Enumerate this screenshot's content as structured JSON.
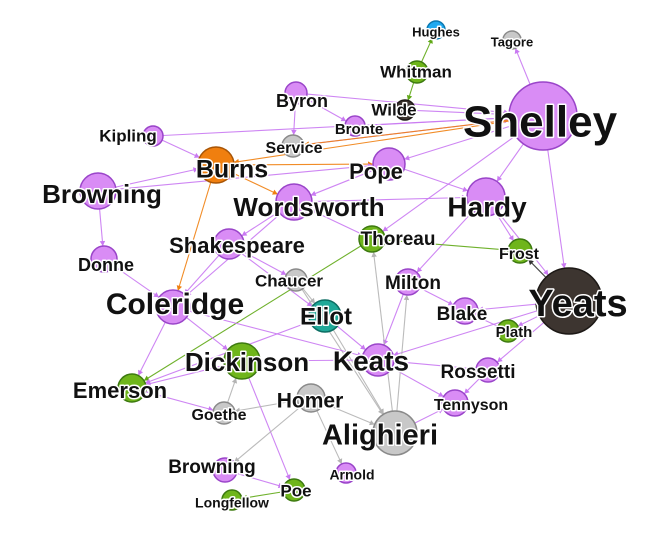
{
  "colors": {
    "purple": "#d98cf5",
    "green": "#6fb51b",
    "gray": "#c8c8c8",
    "orange": "#f07f0f",
    "teal": "#1fa898",
    "blue": "#1fa9f0",
    "dark": "#3d3530",
    "edge_purple": "#c979f2",
    "edge_green": "#5fa815",
    "edge_orange": "#f07f0f",
    "edge_gray": "#b4b4b4",
    "edge_dark": "#333333"
  },
  "nodes": [
    {
      "id": "Hughes",
      "label": "Hughes",
      "color": "blue"
    },
    {
      "id": "Tagore",
      "label": "Tagore",
      "color": "gray"
    },
    {
      "id": "Whitman",
      "label": "Whitman",
      "color": "green"
    },
    {
      "id": "Byron",
      "label": "Byron",
      "color": "purple"
    },
    {
      "id": "Wilde",
      "label": "Wilde",
      "color": "dark"
    },
    {
      "id": "Bronte",
      "label": "Bronte",
      "color": "purple"
    },
    {
      "id": "Shelley",
      "label": "Shelley",
      "color": "purple"
    },
    {
      "id": "Kipling",
      "label": "Kipling",
      "color": "purple"
    },
    {
      "id": "Service",
      "label": "Service",
      "color": "gray"
    },
    {
      "id": "Burns",
      "label": "Burns",
      "color": "orange"
    },
    {
      "id": "Pope",
      "label": "Pope",
      "color": "purple"
    },
    {
      "id": "Browning1",
      "label": "Browning",
      "color": "purple"
    },
    {
      "id": "Wordsworth",
      "label": "Wordsworth",
      "color": "purple"
    },
    {
      "id": "Hardy",
      "label": "Hardy",
      "color": "purple"
    },
    {
      "id": "Shakespeare",
      "label": "Shakespeare",
      "color": "purple"
    },
    {
      "id": "Thoreau",
      "label": "Thoreau",
      "color": "green"
    },
    {
      "id": "Frost",
      "label": "Frost",
      "color": "green"
    },
    {
      "id": "Donne",
      "label": "Donne",
      "color": "purple"
    },
    {
      "id": "Chaucer",
      "label": "Chaucer",
      "color": "gray"
    },
    {
      "id": "Milton",
      "label": "Milton",
      "color": "purple"
    },
    {
      "id": "Coleridge",
      "label": "Coleridge",
      "color": "purple"
    },
    {
      "id": "Eliot",
      "label": "Eliot",
      "color": "teal"
    },
    {
      "id": "Blake",
      "label": "Blake",
      "color": "purple"
    },
    {
      "id": "Yeats",
      "label": "Yeats",
      "color": "dark"
    },
    {
      "id": "Plath",
      "label": "Plath",
      "color": "green"
    },
    {
      "id": "Dickinson",
      "label": "Dickinson",
      "color": "green"
    },
    {
      "id": "Keats",
      "label": "Keats",
      "color": "purple"
    },
    {
      "id": "Rossetti",
      "label": "Rossetti",
      "color": "purple"
    },
    {
      "id": "Emerson",
      "label": "Emerson",
      "color": "green"
    },
    {
      "id": "Homer",
      "label": "Homer",
      "color": "gray"
    },
    {
      "id": "Tennyson",
      "label": "Tennyson",
      "color": "purple"
    },
    {
      "id": "Goethe",
      "label": "Goethe",
      "color": "gray"
    },
    {
      "id": "Alighieri",
      "label": "Alighieri",
      "color": "gray"
    },
    {
      "id": "Browning2",
      "label": "Browning",
      "color": "purple"
    },
    {
      "id": "Arnold",
      "label": "Arnold",
      "color": "purple"
    },
    {
      "id": "Poe",
      "label": "Poe",
      "color": "green"
    },
    {
      "id": "Longfellow",
      "label": "Longfellow",
      "color": "green"
    }
  ],
  "edges": [
    {
      "source": "Whitman",
      "target": "Hughes",
      "color": "edge_green"
    },
    {
      "source": "Whitman",
      "target": "Wilde",
      "color": "edge_green"
    },
    {
      "source": "Wilde",
      "target": "Shelley",
      "color": "edge_purple"
    },
    {
      "source": "Byron",
      "target": "Shelley",
      "color": "edge_purple"
    },
    {
      "source": "Byron",
      "target": "Bronte",
      "color": "edge_purple"
    },
    {
      "source": "Byron",
      "target": "Service",
      "color": "edge_purple"
    },
    {
      "source": "Bronte",
      "target": "Shelley",
      "color": "edge_purple"
    },
    {
      "source": "Kipling",
      "target": "Shelley",
      "color": "edge_purple"
    },
    {
      "source": "Kipling",
      "target": "Burns",
      "color": "edge_purple"
    },
    {
      "source": "Service",
      "target": "Shelley",
      "color": "edge_purple"
    },
    {
      "source": "Shelley",
      "target": "Burns",
      "color": "edge_orange"
    },
    {
      "source": "Shelley",
      "target": "Service",
      "color": "edge_orange"
    },
    {
      "source": "Burns",
      "target": "Wordsworth",
      "color": "edge_orange"
    },
    {
      "source": "Burns",
      "target": "Pope",
      "color": "edge_orange"
    },
    {
      "source": "Burns",
      "target": "Coleridge",
      "color": "edge_orange"
    },
    {
      "source": "Shelley",
      "target": "Tagore",
      "color": "edge_purple"
    },
    {
      "source": "Shelley",
      "target": "Hardy",
      "color": "edge_purple"
    },
    {
      "source": "Shelley",
      "target": "Yeats",
      "color": "edge_purple"
    },
    {
      "source": "Shelley",
      "target": "Pope",
      "color": "edge_purple"
    },
    {
      "source": "Shelley",
      "target": "Thoreau",
      "color": "edge_purple"
    },
    {
      "source": "Browning1",
      "target": "Burns",
      "color": "edge_purple"
    },
    {
      "source": "Browning1",
      "target": "Pope",
      "color": "edge_purple"
    },
    {
      "source": "Browning1",
      "target": "Donne",
      "color": "edge_purple"
    },
    {
      "source": "Pope",
      "target": "Wordsworth",
      "color": "edge_purple"
    },
    {
      "source": "Pope",
      "target": "Hardy",
      "color": "edge_purple"
    },
    {
      "source": "Wordsworth",
      "target": "Hardy",
      "color": "edge_purple"
    },
    {
      "source": "Wordsworth",
      "target": "Shakespeare",
      "color": "edge_purple"
    },
    {
      "source": "Wordsworth",
      "target": "Coleridge",
      "color": "edge_purple"
    },
    {
      "source": "Hardy",
      "target": "Yeats",
      "color": "edge_purple"
    },
    {
      "source": "Hardy",
      "target": "Frost",
      "color": "edge_purple"
    },
    {
      "source": "Hardy",
      "target": "Milton",
      "color": "edge_purple"
    },
    {
      "source": "Shakespeare",
      "target": "Coleridge",
      "color": "edge_purple"
    },
    {
      "source": "Shakespeare",
      "target": "Chaucer",
      "color": "edge_purple"
    },
    {
      "source": "Shakespeare",
      "target": "Eliot",
      "color": "edge_purple"
    },
    {
      "source": "Donne",
      "target": "Coleridge",
      "color": "edge_purple"
    },
    {
      "source": "Thoreau",
      "target": "Frost",
      "color": "edge_green"
    },
    {
      "source": "Thoreau",
      "target": "Emerson",
      "color": "edge_green"
    },
    {
      "source": "Thoreau",
      "target": "Wordsworth",
      "color": "edge_purple"
    },
    {
      "source": "Yeats",
      "target": "Frost",
      "color": "edge_dark"
    },
    {
      "source": "Yeats",
      "target": "Blake",
      "color": "edge_purple"
    },
    {
      "source": "Yeats",
      "target": "Plath",
      "color": "edge_purple"
    },
    {
      "source": "Yeats",
      "target": "Keats",
      "color": "edge_purple"
    },
    {
      "source": "Yeats",
      "target": "Rossetti",
      "color": "edge_purple"
    },
    {
      "source": "Milton",
      "target": "Blake",
      "color": "edge_purple"
    },
    {
      "source": "Milton",
      "target": "Keats",
      "color": "edge_purple"
    },
    {
      "source": "Chaucer",
      "target": "Alighieri",
      "color": "edge_gray"
    },
    {
      "source": "Chaucer",
      "target": "Eliot",
      "color": "edge_gray"
    },
    {
      "source": "Coleridge",
      "target": "Emerson",
      "color": "edge_purple"
    },
    {
      "source": "Coleridge",
      "target": "Keats",
      "color": "edge_purple"
    },
    {
      "source": "Coleridge",
      "target": "Dickinson",
      "color": "edge_purple"
    },
    {
      "source": "Eliot",
      "target": "Alighieri",
      "color": "edge_gray"
    },
    {
      "source": "Eliot",
      "target": "Keats",
      "color": "edge_purple"
    },
    {
      "source": "Eliot",
      "target": "Emerson",
      "color": "edge_purple"
    },
    {
      "source": "Dickinson",
      "target": "Emerson",
      "color": "edge_purple"
    },
    {
      "source": "Dickinson",
      "target": "Keats",
      "color": "edge_purple"
    },
    {
      "source": "Dickinson",
      "target": "Poe",
      "color": "edge_purple"
    },
    {
      "source": "Keats",
      "target": "Rossetti",
      "color": "edge_purple"
    },
    {
      "source": "Keats",
      "target": "Tennyson",
      "color": "edge_purple"
    },
    {
      "source": "Rossetti",
      "target": "Tennyson",
      "color": "edge_purple"
    },
    {
      "source": "Homer",
      "target": "Alighieri",
      "color": "edge_gray"
    },
    {
      "source": "Homer",
      "target": "Goethe",
      "color": "edge_gray"
    },
    {
      "source": "Homer",
      "target": "Browning2",
      "color": "edge_gray"
    },
    {
      "source": "Homer",
      "target": "Arnold",
      "color": "edge_gray"
    },
    {
      "source": "Alighieri",
      "target": "Milton",
      "color": "edge_gray"
    },
    {
      "source": "Alighieri",
      "target": "Thoreau",
      "color": "edge_gray"
    },
    {
      "source": "Alighieri",
      "target": "Tennyson",
      "color": "edge_purple"
    },
    {
      "source": "Goethe",
      "target": "Dickinson",
      "color": "edge_gray"
    },
    {
      "source": "Browning2",
      "target": "Poe",
      "color": "edge_purple"
    },
    {
      "source": "Poe",
      "target": "Longfellow",
      "color": "edge_green"
    },
    {
      "source": "Emerson",
      "target": "Goethe",
      "color": "edge_purple"
    },
    {
      "source": "Plath",
      "target": "Blake",
      "color": "edge_purple"
    }
  ]
}
